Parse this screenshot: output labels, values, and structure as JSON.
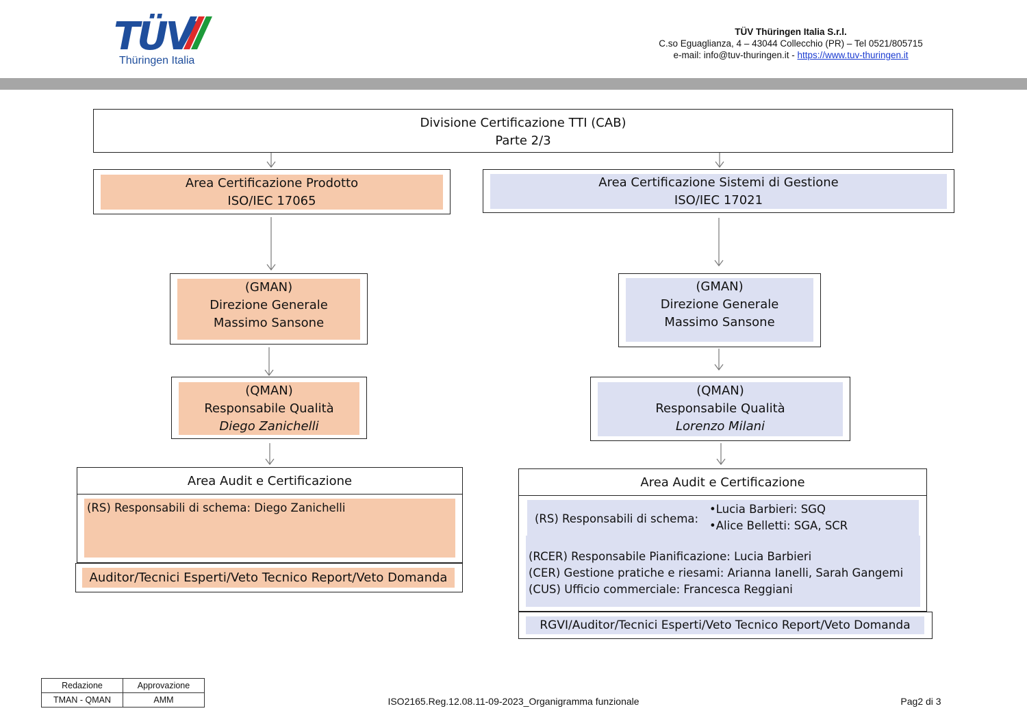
{
  "header": {
    "logo_text": "TÜV",
    "logo_sub": "Thüringen Italia",
    "company_name": "TÜV Thüringen Italia S.r.l.",
    "address": "C.so Eguaglianza, 4 – 43044 Collecchio (PR) – Tel 0521/805715",
    "email_prefix": "e-mail: info@tuv-thuringen.it  - ",
    "website": "https://www.tuv-thuringen.it",
    "colors": {
      "logo_blue": "#1f4e9c",
      "stripe_red": "#e02a2a",
      "stripe_green": "#1d9a3a",
      "bar_gray": "#a6a6a6"
    }
  },
  "top": {
    "line1": "Divisione Certificazione TTI (CAB)",
    "line2": "Parte 2/3"
  },
  "left": {
    "area_title": "Area Certificazione Prodotto",
    "area_std": "ISO/IEC 17065",
    "gman_code": "(GMAN)",
    "gman_role": "Direzione Generale",
    "gman_name": "Massimo Sansone",
    "qman_code": "(QMAN)",
    "qman_role": "Responsabile Qualità",
    "qman_name": "Diego Zanichelli",
    "audit_title": "Area Audit e Certificazione",
    "rs_text": "(RS) Responsabili di schema: Diego Zanichelli",
    "auditors": "Auditor/Tecnici Esperti/Veto Tecnico Report/Veto Domanda"
  },
  "right": {
    "area_title": "Area Certificazione Sistemi di Gestione",
    "area_std": "ISO/IEC 17021",
    "gman_code": "(GMAN)",
    "gman_role": "Direzione Generale",
    "gman_name": "Massimo Sansone",
    "qman_code": "(QMAN)",
    "qman_role": "Responsabile Qualità",
    "qman_name": "Lorenzo Milani",
    "audit_title": "Area Audit e Certificazione",
    "rs_label": "(RS) Responsabili di schema:",
    "rs_items": [
      "Lucia Barbieri: SGQ",
      "Alice Belletti: SGA, SCR"
    ],
    "rcer": "(RCER) Responsabile Pianificazione: Lucia Barbieri",
    "cer": "(CER) Gestione pratiche e riesami: Arianna Ianelli, Sarah Gangemi",
    "cus": "(CUS) Ufficio commerciale: Francesca Reggiani",
    "auditors": "RGVI/Auditor/Tecnici Esperti/Veto Tecnico Report/Veto Domanda"
  },
  "colors": {
    "peach": "#f6c9ab",
    "blue": "#dce0f2"
  },
  "footer": {
    "redazione_label": "Redazione",
    "approvazione_label": "Approvazione",
    "redazione_value": "TMAN - QMAN",
    "approvazione_value": "AMM",
    "doc_code": "ISO2165.Reg.12.08.11-09-2023_Organigramma funzionale",
    "page": "Pag2 di 3"
  }
}
